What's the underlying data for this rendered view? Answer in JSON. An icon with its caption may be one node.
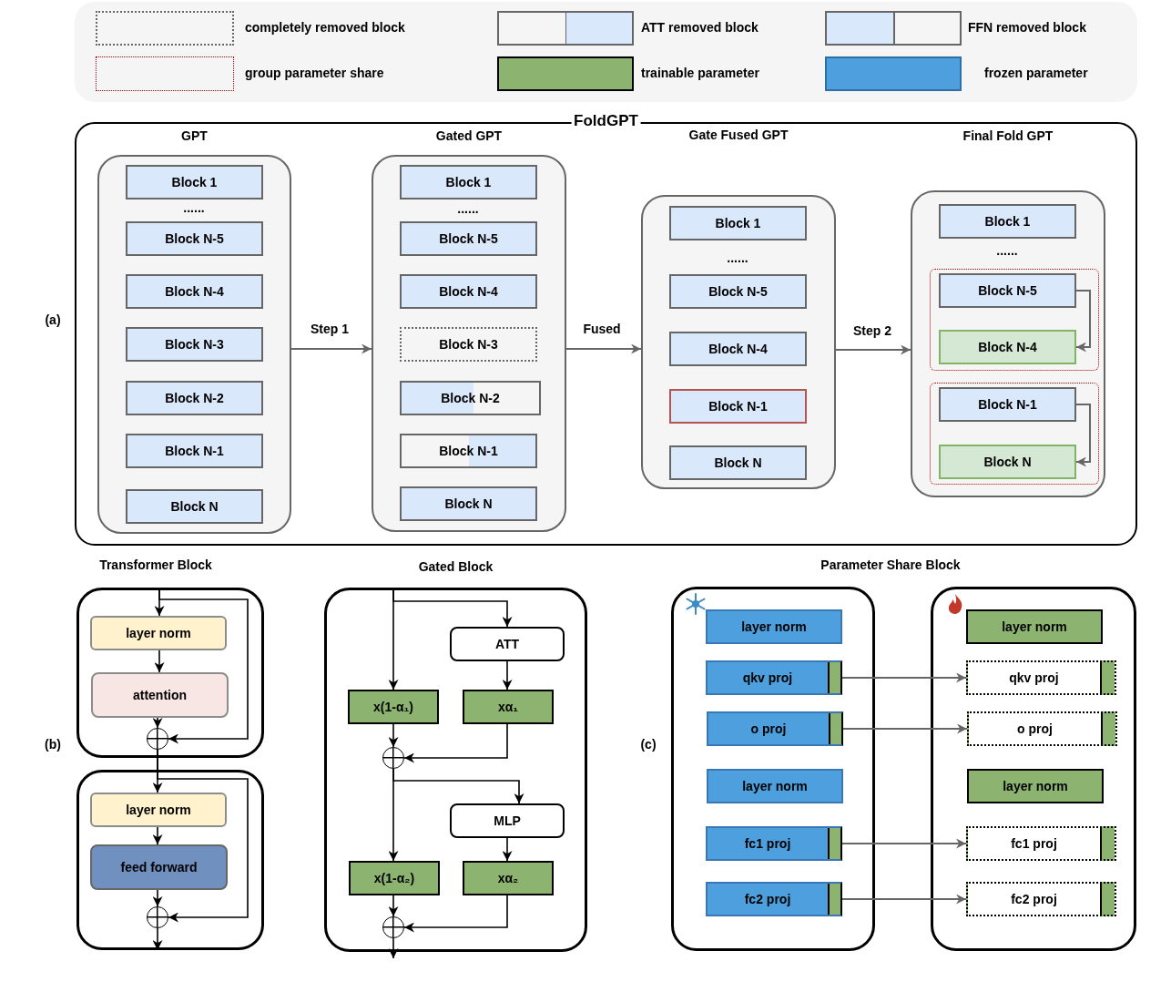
{
  "diagram": {
    "nodes": [
      {
        "text": [
          "FoldGPT"
        ]
      },
      {
        "text": [
          "GPT"
        ],
        "in": 0
      },
      {
        "text": [
          "Block 1"
        ],
        "in": 1,
        "beside": [
          "......"
        ]
      },
      {
        "text": [
          "Block N-5"
        ],
        "in": 1
      },
      {
        "text": [
          "Block N-4"
        ],
        "in": 1
      },
      {
        "text": [
          "Block N-3"
        ],
        "in": 1
      },
      {
        "text": [
          "Block N-2"
        ],
        "in": 1
      },
      {
        "text": [
          "Block N-1"
        ],
        "in": 1
      },
      {
        "text": [
          "Block N"
        ],
        "in": 1
      },
      {
        "text": [
          "Gated GPT"
        ],
        "in": 0
      },
      {
        "text": [
          "Block 1"
        ],
        "in": 9,
        "beside": [
          "......"
        ]
      },
      {
        "text": [
          "Block N-5"
        ],
        "in": 9
      },
      {
        "text": [
          "Block N-4"
        ],
        "in": 9
      },
      {
        "text": [
          "Block N-3"
        ],
        "in": 9
      },
      {
        "text": [
          "Block N-2"
        ],
        "in": 9
      },
      {
        "text": [
          "Block N-1"
        ],
        "in": 9
      },
      {
        "text": [
          "Block N"
        ],
        "in": 9
      },
      {
        "text": [
          "Gate Fused GPT"
        ],
        "in": 0
      },
      {
        "text": [
          "Block 1"
        ],
        "in": 17,
        "beside": [
          "......"
        ]
      },
      {
        "text": [
          "Block N-5"
        ],
        "in": 17
      },
      {
        "text": [
          "Block N-4"
        ],
        "in": 17
      },
      {
        "text": [
          "Block N-1"
        ],
        "in": 17
      },
      {
        "text": [
          "Block N"
        ],
        "in": 17
      },
      {
        "text": [
          "Final Fold GPT"
        ],
        "in": 0
      },
      {
        "text": [
          "Block 1"
        ],
        "in": 23,
        "beside": [
          "......"
        ]
      },
      {
        "text": [],
        "shape": "box",
        "in": 23
      },
      {
        "text": [
          "Block N-5"
        ],
        "in": 25
      },
      {
        "text": [
          "Block N-4"
        ],
        "in": 25
      },
      {
        "text": [],
        "shape": "box",
        "in": 23
      },
      {
        "text": [
          "Block N-1"
        ],
        "in": 28
      },
      {
        "text": [
          "Block N"
        ],
        "in": 28
      },
      {
        "text": [],
        "shape": "box"
      },
      {
        "text": [
          "layer norm"
        ],
        "in": 31
      },
      {
        "text": [
          "attention"
        ],
        "in": 31
      },
      {
        "text": [],
        "shape": "circle",
        "in": 31
      },
      {
        "text": [],
        "shape": "box"
      },
      {
        "text": [
          "layer norm"
        ],
        "in": 35
      },
      {
        "text": [
          "feed forward"
        ],
        "in": 35
      },
      {
        "text": [],
        "shape": "circle",
        "in": 35
      },
      {
        "text": [
          "Gated Block"
        ]
      },
      {
        "text": [
          "ATT"
        ],
        "in": 39
      },
      {
        "text": [
          "x(1-α₁)"
        ],
        "in": 39
      },
      {
        "text": [
          "xα₁"
        ],
        "in": 39
      },
      {
        "text": [],
        "shape": "circle",
        "in": 39
      },
      {
        "text": [
          "MLP"
        ],
        "in": 39
      },
      {
        "text": [
          "x(1-α₂)"
        ],
        "in": 39
      },
      {
        "text": [
          "xα₂"
        ],
        "in": 39
      },
      {
        "text": [],
        "shape": "circle",
        "in": 39
      },
      {
        "text": [],
        "shape": "box"
      },
      {
        "text": [
          "layer norm"
        ],
        "in": 48
      },
      {
        "text": [
          "qkv proj"
        ],
        "in": 48
      },
      {
        "text": [
          "o proj"
        ],
        "in": 48
      },
      {
        "text": [
          "layer norm"
        ],
        "in": 48
      },
      {
        "text": [
          "fc1 proj"
        ],
        "in": 48
      },
      {
        "text": [
          "fc2 proj"
        ],
        "in": 48
      },
      {
        "text": [],
        "shape": "box"
      },
      {
        "text": [
          "layer norm"
        ],
        "in": 55
      },
      {
        "text": [
          "qkv proj"
        ],
        "in": 55
      },
      {
        "text": [
          "o proj"
        ],
        "in": 55
      },
      {
        "text": [
          "layer norm"
        ],
        "in": 55
      },
      {
        "text": [
          "fc1 proj"
        ],
        "in": 55
      },
      {
        "text": [
          "fc2 proj"
        ],
        "in": 55
      }
    ],
    "edges": [
      {
        "from": 1,
        "to": 9,
        "arrow": "to",
        "label": "Step 1",
        "color": "#666666"
      },
      {
        "from": 9,
        "to": 17,
        "arrow": "to",
        "label": "Fused",
        "color": "#666666"
      },
      {
        "from": 17,
        "to": 23,
        "arrow": "to",
        "label": "Step 2",
        "color": "#666666"
      },
      {
        "from": 26,
        "to": 27,
        "arrow": "to",
        "color": "#666666"
      },
      {
        "from": 29,
        "to": 30,
        "arrow": "to",
        "color": "#666666"
      },
      {
        "from": null,
        "to": 32,
        "arrow": "to"
      },
      {
        "from": null,
        "to": 34,
        "arrow": "to"
      },
      {
        "from": 32,
        "to": 33,
        "arrow": "to"
      },
      {
        "from": 33,
        "to": 34,
        "arrow": "to"
      },
      {
        "from": 34,
        "to": 36,
        "arrow": "to"
      },
      {
        "from": 34,
        "to": 38,
        "arrow": "to"
      },
      {
        "from": 36,
        "to": 37,
        "arrow": "to"
      },
      {
        "from": 37,
        "to": 38,
        "arrow": "to"
      },
      {
        "from": 38,
        "to": null,
        "arrow": "to"
      },
      {
        "from": null,
        "to": 41,
        "arrow": "to"
      },
      {
        "from": null,
        "to": 40,
        "arrow": "to"
      },
      {
        "from": 40,
        "to": 42,
        "arrow": "to"
      },
      {
        "from": 41,
        "to": 43,
        "arrow": "to"
      },
      {
        "from": 42,
        "to": 43,
        "arrow": "to"
      },
      {
        "from": 43,
        "to": 45,
        "arrow": "to"
      },
      {
        "from": 43,
        "to": 44,
        "arrow": "to"
      },
      {
        "from": 44,
        "to": 46,
        "arrow": "to"
      },
      {
        "from": 45,
        "to": 47,
        "arrow": "to"
      },
      {
        "from": 46,
        "to": 47,
        "arrow": "to"
      },
      {
        "from": 47,
        "to": null,
        "arrow": "to"
      },
      {
        "from": 50,
        "to": 57,
        "arrow": "to",
        "color": "#666666"
      },
      {
        "from": 51,
        "to": 58,
        "arrow": "to",
        "color": "#666666"
      },
      {
        "from": 53,
        "to": 60,
        "arrow": "to",
        "color": "#666666"
      },
      {
        "from": 54,
        "to": 61,
        "arrow": "to",
        "color": "#666666"
      }
    ],
    "labels": [
      "(a)",
      "Transformer Block",
      "Parameter Share Block",
      "(b)",
      "(c)"
    ],
    "legend": [
      {
        "text": "completely removed block"
      },
      {
        "text": "ATT removed block"
      },
      {
        "text": "FFN removed block"
      },
      {
        "text": "group parameter share"
      },
      {
        "text": "trainable parameter",
        "color": "#8cb470"
      },
      {
        "text": "frozen parameter",
        "color": "#4d9fdd"
      }
    ]
  }
}
